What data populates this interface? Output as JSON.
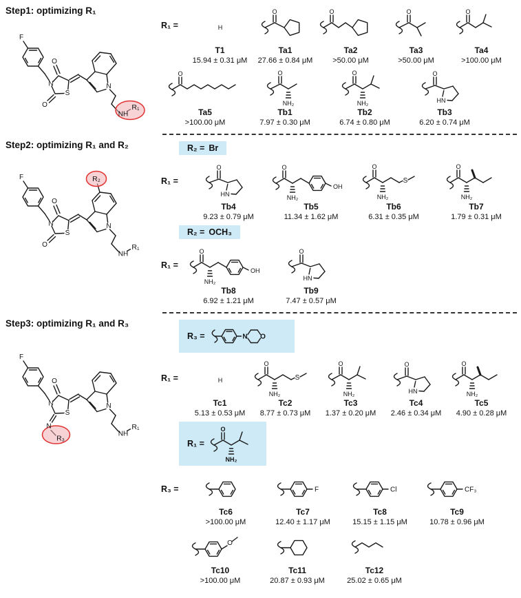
{
  "colors": {
    "highlight_box": "#cdeaf6",
    "highlight_circle_fill": "#f3aeb2",
    "highlight_circle_stroke": "#e03131"
  },
  "unit": "μM",
  "steps": [
    {
      "title": "Step1: optimizing R₁",
      "scaffold": {
        "struct": "fluorobenzyl-thiazolidinedione-indole-propylamine",
        "highlighted_group": "R₁"
      },
      "groups": [
        {
          "row_label": "R₁ =",
          "rows": [
            [
              {
                "name": "T1",
                "value": "15.94 ± 0.31 μM",
                "struct": "hydrogen"
              },
              {
                "name": "Ta1",
                "value": "27.66 ± 0.84 μM",
                "struct": "cyclopentylcarbonyl"
              },
              {
                "name": "Ta2",
                "value": ">50.00 μM",
                "struct": "cyclopentylethylcarbonyl"
              },
              {
                "name": "Ta3",
                "value": ">50.00 μM",
                "struct": "isopropylcarbonyl"
              },
              {
                "name": "Ta4",
                "value": ">100.00 μM",
                "struct": "isobutylcarbonyl"
              }
            ],
            [
              {
                "name": "Ta5",
                "value": ">100.00 μM",
                "struct": "heptylcarbonyl"
              },
              {
                "name": "Tb1",
                "value": "7.97 ± 0.30 μM",
                "struct": "alanyl"
              },
              {
                "name": "Tb2",
                "value": "6.74 ± 0.80 μM",
                "struct": "valyl"
              },
              {
                "name": "Tb3",
                "value": "6.20 ± 0.74 μM",
                "struct": "prolyl"
              }
            ]
          ]
        }
      ]
    },
    {
      "title": "Step2: optimizing R₁ and R₂",
      "scaffold": {
        "struct": "fluorobenzyl-thiazolidinedione-indole-propylamine",
        "highlighted_group": "R₂"
      },
      "groups": [
        {
          "box": {
            "label": "R₂ =",
            "value": "Br"
          },
          "row_label": "R₁ =",
          "rows": [
            [
              {
                "name": "Tb4",
                "value": "9.23 ± 0.79 μM",
                "struct": "prolyl"
              },
              {
                "name": "Tb5",
                "value": "11.34 ± 1.62 μM",
                "struct": "tyrosyl"
              },
              {
                "name": "Tb6",
                "value": "6.31 ± 0.35 μM",
                "struct": "methionyl"
              },
              {
                "name": "Tb7",
                "value": "1.79 ± 0.31 μM",
                "struct": "isoleucyl"
              }
            ]
          ]
        },
        {
          "box": {
            "label": "R₂ =",
            "value": "OCH₃"
          },
          "row_label": "R₁ =",
          "rows": [
            [
              {
                "name": "Tb8",
                "value": "6.92 ± 1.21 μM",
                "struct": "tyrosyl"
              },
              {
                "name": "Tb9",
                "value": "7.47 ± 0.57 μM",
                "struct": "prolyl"
              }
            ]
          ]
        }
      ]
    },
    {
      "title": "Step3: optimizing R₁ and R₃",
      "scaffold": {
        "struct": "fluorobenzyl-thiazolidinone-indole-propylamine",
        "highlighted_group": "R₃"
      },
      "groups": [
        {
          "box": {
            "label": "R₃ =",
            "struct": "morpholinophenyl"
          },
          "row_label": "R₁ =",
          "rows": [
            [
              {
                "name": "Tc1",
                "value": "5.13 ± 0.53 μM",
                "struct": "hydrogen"
              },
              {
                "name": "Tc2",
                "value": "8.77 ± 0.73 μM",
                "struct": "methionyl"
              },
              {
                "name": "Tc3",
                "value": "1.37 ± 0.20 μM",
                "struct": "valyl"
              },
              {
                "name": "Tc4",
                "value": "2.46 ± 0.34 μM",
                "struct": "prolyl"
              },
              {
                "name": "Tc5",
                "value": "4.90 ± 0.28 μM",
                "struct": "isoleucyl"
              }
            ]
          ]
        },
        {
          "box": {
            "label": "R₁ =",
            "struct": "valyl"
          },
          "row_label": "R₃ =",
          "rows": [
            [
              {
                "name": "Tc6",
                "value": ">100.00 μM",
                "struct": "phenyl"
              },
              {
                "name": "Tc7",
                "value": "12.40 ± 1.17 μM",
                "struct": "fluorophenyl"
              },
              {
                "name": "Tc8",
                "value": "15.15 ± 1.15 μM",
                "struct": "chlorophenyl"
              },
              {
                "name": "Tc9",
                "value": "10.78 ± 0.96 μM",
                "struct": "trifluoromethylphenyl"
              }
            ],
            [
              {
                "name": "Tc10",
                "value": ">100.00 μM",
                "struct": "methoxyphenyl"
              },
              {
                "name": "Tc11",
                "value": "20.87 ± 0.93 μM",
                "struct": "cyclohexyl"
              },
              {
                "name": "Tc12",
                "value": "25.02 ± 0.65 μM",
                "struct": "butyl"
              }
            ]
          ]
        }
      ]
    }
  ]
}
